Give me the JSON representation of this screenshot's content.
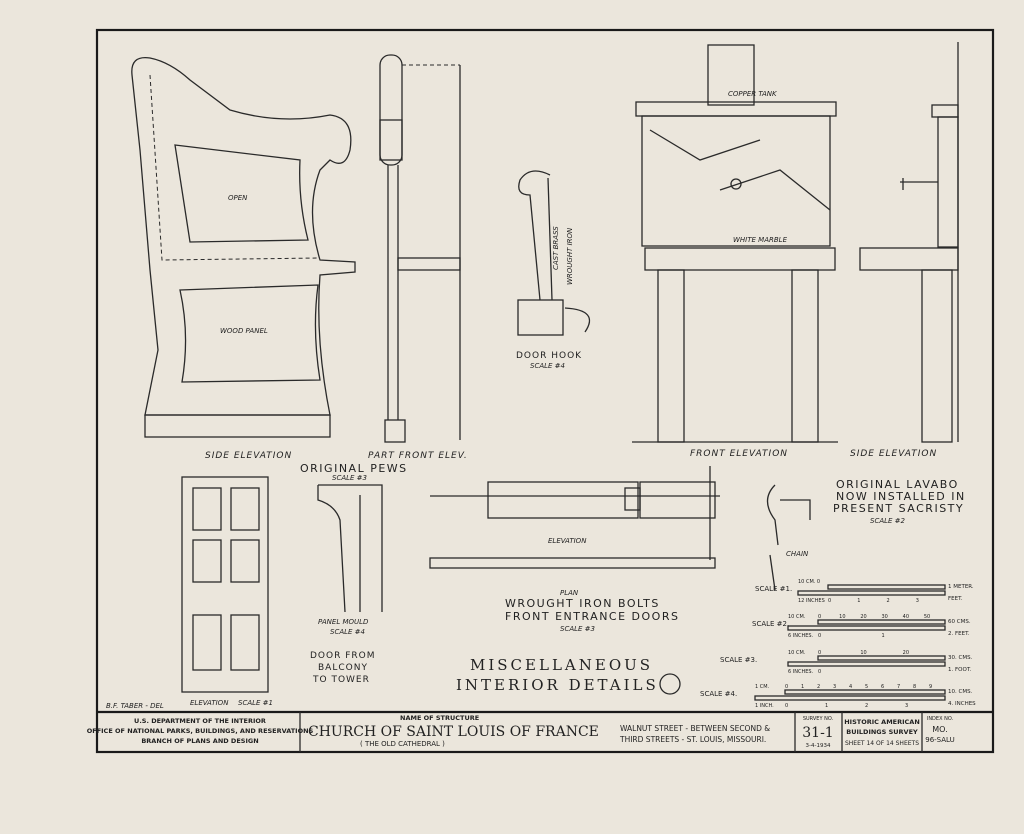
{
  "drawings": {
    "pews": {
      "open": "OPEN",
      "wood_panel": "WOOD PANEL",
      "side_elevation": "SIDE ELEVATION",
      "part_front_elev": "PART FRONT ELEV.",
      "title": "ORIGINAL PEWS"
    },
    "door_hook": {
      "cast_brass": "CAST BRASS",
      "wrought_iron": "WROUGHT IRON",
      "title": "DOOR HOOK",
      "scale": "SCALE #4"
    },
    "lavabo": {
      "copper_tank": "COPPER TANK",
      "white_marble": "WHITE MARBLE",
      "front_elevation": "FRONT ELEVATION",
      "side_elevation": "SIDE ELEVATION",
      "title_lines": [
        "ORIGINAL LAVABO",
        "NOW INSTALLED IN",
        "PRESENT SACRISTY"
      ],
      "scale": "SCALE #2"
    },
    "door": {
      "elevation": "ELEVATION",
      "scale": "SCALE #1",
      "title_lines": [
        "DOOR FROM",
        "BALCONY",
        "TO TOWER"
      ]
    },
    "panel_mould": {
      "scale_top": "SCALE #3",
      "label": "PANEL MOULD",
      "scale": "SCALE #4"
    },
    "bolts": {
      "elevation": "ELEVATION",
      "plan": "PLAN",
      "title_lines": [
        "WROUGHT IRON BOLTS",
        "FRONT ENTRANCE DOORS"
      ],
      "scale": "SCALE #3",
      "chain": "CHAIN"
    },
    "sheet_title": [
      "MISCELLANEOUS",
      "INTERIOR DETAILS"
    ],
    "delineator": "B.F. TABER - DEL"
  },
  "scales": [
    {
      "label": "SCALE #1.",
      "top_left": "10 CM. 0",
      "top_right": "1 METER.",
      "bottom_left": "12 INCHES",
      "ticks": [
        "0",
        "1",
        "2",
        "3"
      ],
      "bottom_right": "FEET."
    },
    {
      "label": "SCALE #2.",
      "top_left": "10 CM.",
      "top_ticks": [
        "0",
        "10",
        "20",
        "30",
        "40",
        "50"
      ],
      "top_right": "60 CMS.",
      "bottom_left": "6 INCHES.",
      "ticks": [
        "0",
        "1"
      ],
      "bottom_right": "2. FEET."
    },
    {
      "label": "SCALE #3.",
      "top_left": "10 CM.",
      "top_ticks": [
        "0",
        "10",
        "20"
      ],
      "top_right": "30. CMS.",
      "bottom_left": "6 INCHES.",
      "ticks": [
        "0"
      ],
      "bottom_right": "1. FOOT."
    },
    {
      "label": "SCALE #4.",
      "top_left": "1 CM.",
      "top_ticks": [
        "0",
        "1",
        "2",
        "3",
        "4",
        "5",
        "6",
        "7",
        "8",
        "9"
      ],
      "top_right": "10. CMS.",
      "bottom_left": "1 INCH.",
      "ticks": [
        "0",
        "1",
        "2",
        "3"
      ],
      "bottom_right": "4. INCHES"
    }
  ],
  "title_block": {
    "agency": [
      "U.S. DEPARTMENT OF THE INTERIOR",
      "OFFICE OF NATIONAL PARKS, BUILDINGS, AND RESERVATIONS",
      "BRANCH OF PLANS AND DESIGN"
    ],
    "name_label": "NAME OF STRUCTURE",
    "name": "CHURCH OF SAINT LOUIS OF FRANCE",
    "subname": "( THE OLD CATHEDRAL )",
    "location": [
      "WALNUT STREET - BETWEEN SECOND &",
      "THIRD STREETS - ST. LOUIS, MISSOURI."
    ],
    "survey_label": "SURVEY NO.",
    "survey_no": "31-1",
    "date": "3-4-1934",
    "habs": [
      "HISTORIC AMERICAN",
      "BUILDINGS SURVEY"
    ],
    "sheet_text": "SHEET 14 OF 14 SHEETS",
    "index_label": "INDEX NO.",
    "index_no": "MO.",
    "index_sub": "96-SALU"
  }
}
